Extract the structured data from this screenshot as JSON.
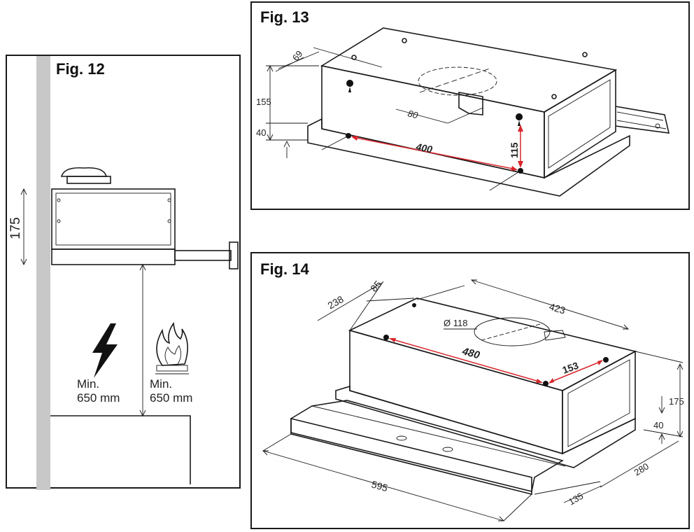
{
  "fig12": {
    "title": "Fig. 12",
    "height_label": "175",
    "electric_label": "Min.",
    "electric_value": "650 mm",
    "gas_label": "Min.",
    "gas_value": "650 mm"
  },
  "fig13": {
    "title": "Fig. 13",
    "dims": {
      "d69": "69",
      "d155": "155",
      "d40": "40",
      "d80": "80",
      "d400": "400",
      "d115": "115"
    }
  },
  "fig14": {
    "title": "Fig. 14",
    "dims": {
      "d238": "238",
      "d85": "85",
      "d423": "423",
      "dia": "Ø 118",
      "d480": "480",
      "d153": "153",
      "d175": "175",
      "d40": "40",
      "d280": "280",
      "d595": "595",
      "d135": "135"
    }
  },
  "colors": {
    "accent": "#d8262b",
    "wall": "#c8c8c8",
    "line": "#1a1a1a"
  }
}
